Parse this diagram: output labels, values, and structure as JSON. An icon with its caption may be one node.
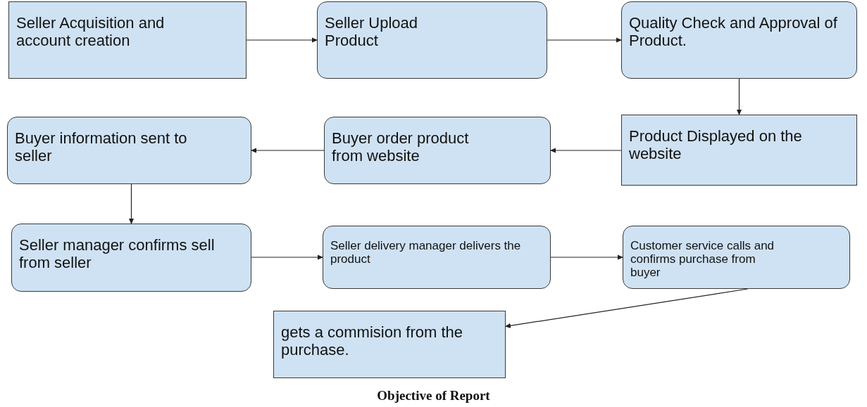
{
  "diagram": {
    "caption": "Objective of Report",
    "nodes": [
      {
        "text": [
          "Seller Acquisition and account creation"
        ]
      },
      {
        "text": [
          "Seller Upload Product"
        ]
      },
      {
        "text": [
          "Quality Check and Approval of Product."
        ]
      },
      {
        "text": [
          "Product Displayed on the website"
        ]
      },
      {
        "text": [
          "Buyer order product from website"
        ]
      },
      {
        "text": [
          "Buyer information sent to seller"
        ]
      },
      {
        "text": [
          "Seller manager confirms sell from seller"
        ]
      },
      {
        "text": [
          "Seller delivery manager delivers the product"
        ]
      },
      {
        "text": [
          "Customer service calls and confirms purchase from buyer"
        ]
      },
      {
        "text": [
          "gets a commision from the purchase."
        ]
      }
    ],
    "edges": [
      {
        "from": 0,
        "to": 1,
        "arrow": "to"
      },
      {
        "from": 1,
        "to": 2,
        "arrow": "to"
      },
      {
        "from": 2,
        "to": 3,
        "arrow": "to"
      },
      {
        "from": 3,
        "to": 4,
        "arrow": "to"
      },
      {
        "from": 4,
        "to": 5,
        "arrow": "to"
      },
      {
        "from": 5,
        "to": 6,
        "arrow": "to"
      },
      {
        "from": 6,
        "to": 7,
        "arrow": "to"
      },
      {
        "from": 7,
        "to": 8,
        "arrow": "to"
      },
      {
        "from": 8,
        "to": 9,
        "arrow": "to"
      }
    ]
  }
}
